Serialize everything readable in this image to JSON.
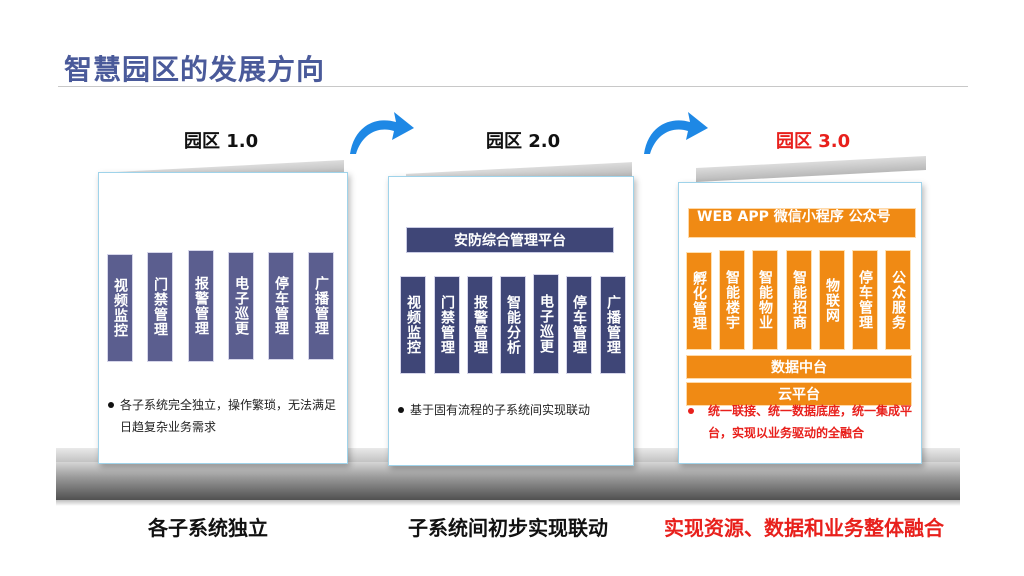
{
  "title": "智慧园区的发展方向",
  "stages": [
    {
      "label": "园区 1.0",
      "systems": [
        "视频监控",
        "门禁管理",
        "报警管理",
        "电子巡更",
        "停车管理",
        "广播管理"
      ],
      "bullet": "各子系统完全独立，操作繁琐，无法满足日趋复杂业务需求",
      "caption": "各子系统独立"
    },
    {
      "label": "园区 2.0",
      "platform": "安防综合管理平台",
      "systems": [
        "视频监控",
        "门禁管理",
        "报警管理",
        "智能分析",
        "电子巡更",
        "停车管理",
        "广播管理"
      ],
      "bullet": "基于固有流程的子系统间实现联动",
      "caption": "子系统间初步实现联动"
    },
    {
      "label": "园区 3.0",
      "channels": "WEB APP 微信小程序 公众号",
      "systems": [
        "孵化管理",
        "智能楼宇",
        "智能物业",
        "智能招商",
        "物联网",
        "停车管理",
        "公众服务"
      ],
      "data_platform": "数据中台",
      "cloud_platform": "云平台",
      "bullet": "统一联接、统一数据底座，统一集成平台，实现以业务驱动的全融合",
      "caption": "实现资源、数据和业务整体融合"
    }
  ],
  "colors": {
    "title": "#4a5a9a",
    "accent_red": "#e8201c",
    "navy_box": "#3f4677",
    "orange_box": "#f08a14",
    "arrow_blue": "#1e88e5"
  }
}
